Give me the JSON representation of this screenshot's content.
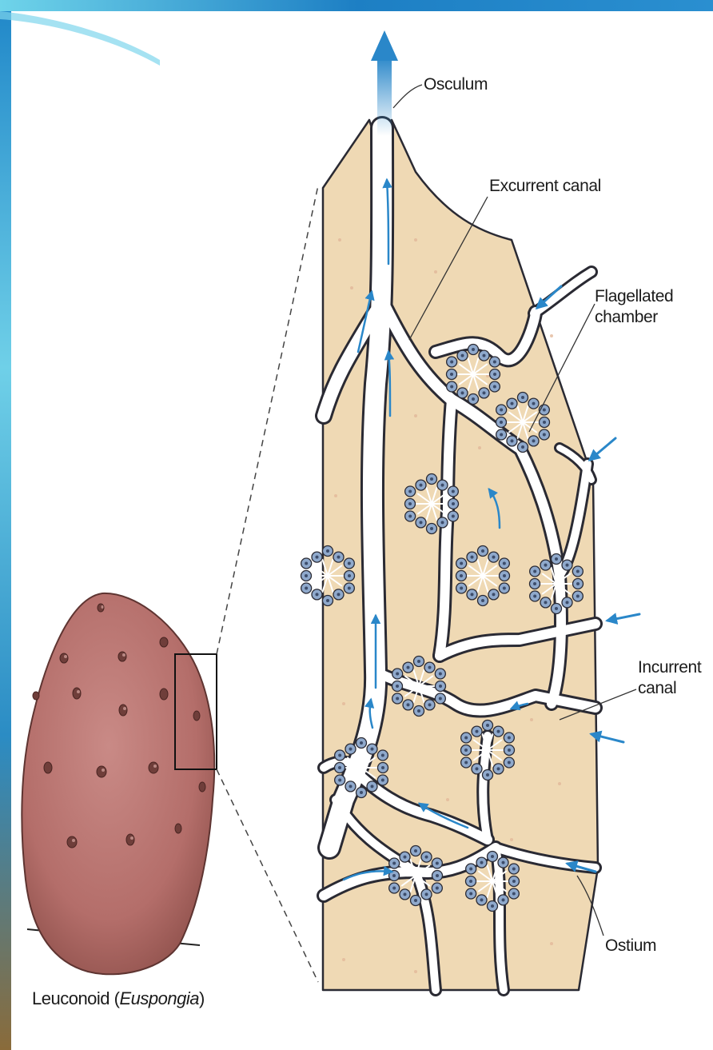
{
  "labels": {
    "osculum": "Osculum",
    "excurrent_canal": "Excurrent canal",
    "flagellated_chamber_line1": "Flagellated",
    "flagellated_chamber_line2": "chamber",
    "incurrent_canal_line1": "Incurrent",
    "incurrent_canal_line2": "canal",
    "ostium": "Ostium"
  },
  "caption": {
    "prefix": "Leuconoid (",
    "genus": "Euspongia",
    "suffix": ")"
  },
  "colors": {
    "background": "#ffffff",
    "frame_gradient_top": "#1f86c8",
    "frame_gradient_mid": "#6fd0e8",
    "sponge_body": "#b87370",
    "sponge_shadow": "#8e5450",
    "tissue": "#efd9b4",
    "tissue_outline": "#2a2a33",
    "canal": "#ffffff",
    "water_flow_arrow": "#2a87c9",
    "choanocyte": "#8fa9cc",
    "label_text": "#1b1b1b"
  }
}
